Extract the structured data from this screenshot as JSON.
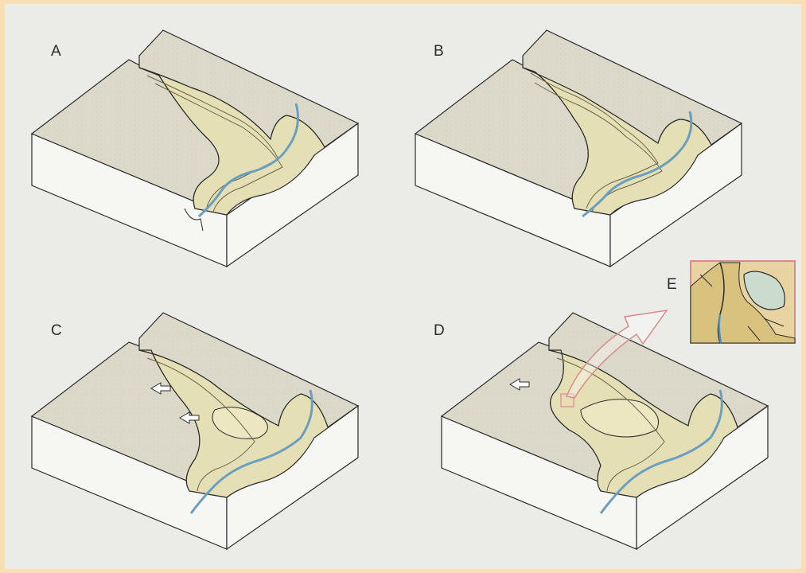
{
  "labels": {
    "a": "A",
    "b": "B",
    "c": "C",
    "d": "D",
    "e": "E"
  },
  "colors": {
    "border": "#f9deb3",
    "background": "#ebebe8",
    "surface": "#dcd9ca",
    "block_side": "#f6f6f3",
    "valley_wall": "#e4dfb5",
    "river": "#6a9fc0",
    "outline": "#2b2b2b",
    "callout": "#d98b8b"
  }
}
